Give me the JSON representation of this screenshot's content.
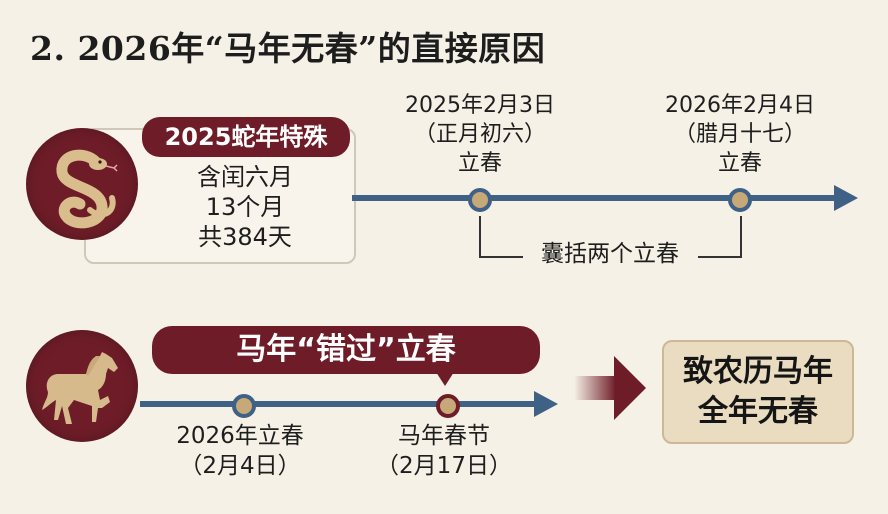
{
  "title": "2. 2026年“马年无春”的直接原因",
  "snake_section": {
    "icon": "snake-icon",
    "badge": "2025蛇年特殊",
    "lines": [
      "含闰六月",
      "13个月",
      "共384天"
    ]
  },
  "top_timeline": {
    "points": [
      {
        "date": "2025年2月3日",
        "lunar": "（正月初六）",
        "event": "立春"
      },
      {
        "date": "2026年2月4日",
        "lunar": "（腊月十七）",
        "event": "立春"
      }
    ],
    "bracket_label": "囊括两个立春"
  },
  "horse_section": {
    "icon": "horse-icon",
    "banner": "马年“错过”立春",
    "points": [
      {
        "label": "2026年立春",
        "date": "（2月4日）"
      },
      {
        "label": "马年春节",
        "date": "（2月17日）"
      }
    ]
  },
  "result": {
    "arrow": "arrow-right-icon",
    "lines": [
      "致农历马年",
      "全年无春"
    ]
  },
  "colors": {
    "maroon": "#6e1d28",
    "timeline_blue": "#3f6185",
    "gold": "#c7a878",
    "background": "#f6f1e6",
    "result_bg": "#e9dcc1"
  }
}
